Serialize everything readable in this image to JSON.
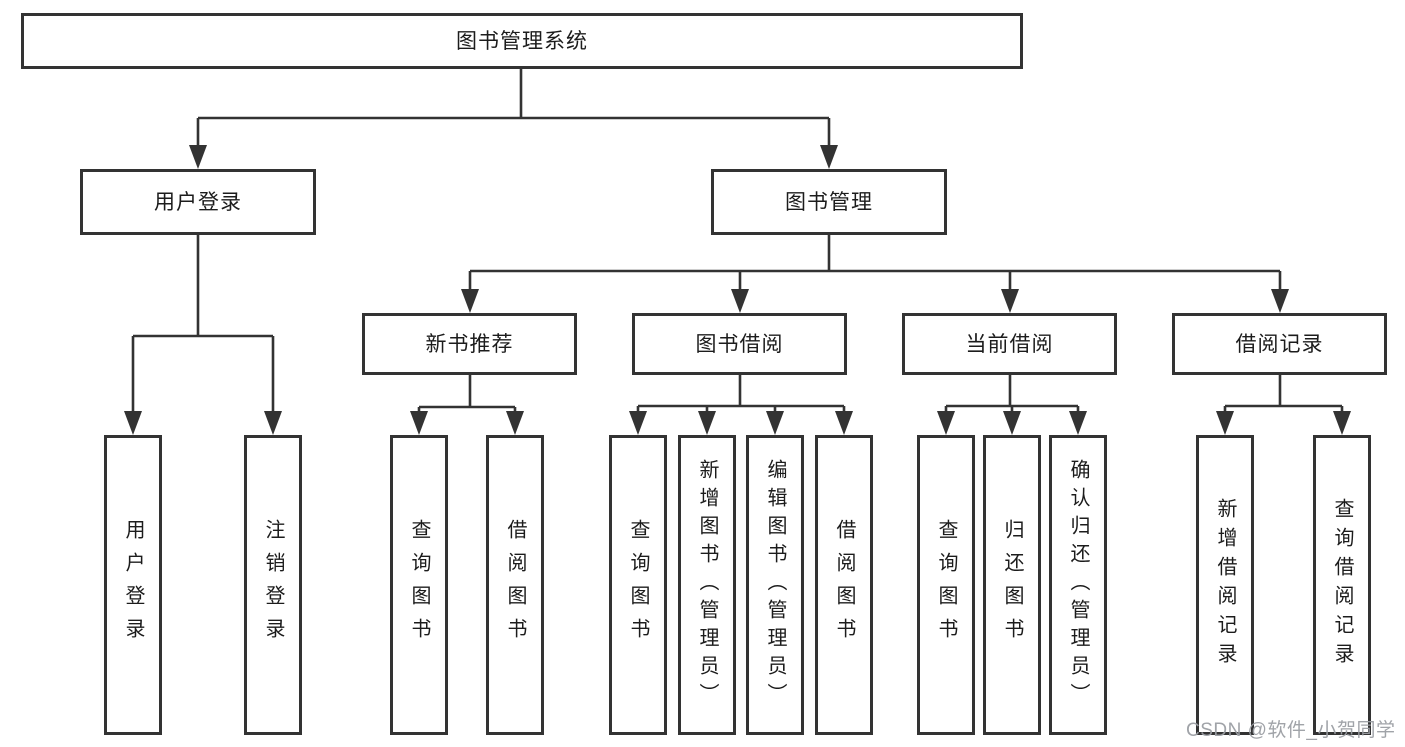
{
  "diagram": {
    "title": "图书管理系统",
    "watermark": "CSDN @软件_小贺同学",
    "colors": {
      "line": "#333333",
      "box_border": "#333333",
      "text": "#1c1c1c",
      "background": "#ffffff",
      "watermark": "#9b9ea3"
    },
    "nodes": {
      "root": {
        "label": "图书管理系统"
      },
      "user_login_group": {
        "label": "用户登录"
      },
      "book_mgmt_group": {
        "label": "图书管理"
      },
      "new_book_rec": {
        "label": "新书推荐"
      },
      "book_borrow": {
        "label": "图书借阅"
      },
      "current_borrow": {
        "label": "当前借阅"
      },
      "borrow_records": {
        "label": "借阅记录"
      },
      "leaf_user_login": {
        "label": "用户登录"
      },
      "leaf_logout": {
        "label": "注销登录"
      },
      "leaf_rec_query_book": {
        "label": "查询图书"
      },
      "leaf_rec_borrow_book": {
        "label": "借阅图书"
      },
      "leaf_bb_query_book": {
        "label": "查询图书"
      },
      "leaf_bb_add_book": {
        "label": "新增图书（管理员）"
      },
      "leaf_bb_edit_book": {
        "label": "编辑图书（管理员）"
      },
      "leaf_bb_borrow_book": {
        "label": "借阅图书"
      },
      "leaf_cb_query_book": {
        "label": "查询图书"
      },
      "leaf_cb_return_book": {
        "label": "归还图书"
      },
      "leaf_cb_confirm_return": {
        "label": "确认归还（管理员）"
      },
      "leaf_br_add_record": {
        "label": "新增借阅记录"
      },
      "leaf_br_query_record": {
        "label": "查询借阅记录"
      }
    },
    "hierarchy": {
      "图书管理系统": {
        "用户登录": [
          "用户登录",
          "注销登录"
        ],
        "图书管理": {
          "新书推荐": [
            "查询图书",
            "借阅图书"
          ],
          "图书借阅": [
            "查询图书",
            "新增图书（管理员）",
            "编辑图书（管理员）",
            "借阅图书"
          ],
          "当前借阅": [
            "查询图书",
            "归还图书",
            "确认归还（管理员）"
          ],
          "借阅记录": [
            "新增借阅记录",
            "查询借阅记录"
          ]
        }
      }
    }
  }
}
